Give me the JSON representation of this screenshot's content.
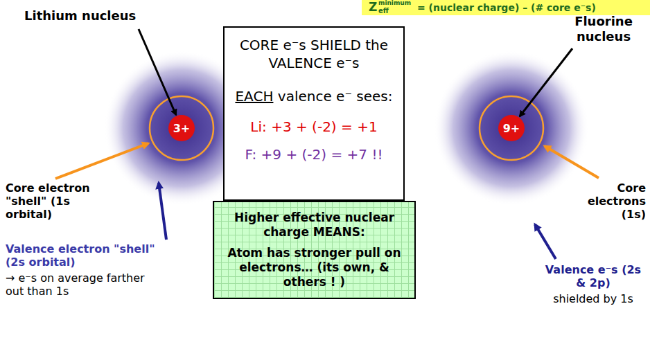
{
  "diagram": {
    "nodes": [
      {
        "text": [
          "CORE e⁻s SHIELD the VALENCE e⁻s",
          "EACH",
          "valence e⁻ sees:",
          "Li: +3 + (-2) = +1",
          "F: +9 + (-2) = +7 !!"
        ]
      },
      {
        "text": [
          "3+"
        ]
      },
      {
        "text": [
          "9+"
        ]
      },
      {
        "text": [
          "Higher effective nuclear charge MEANS:",
          "Atom has stronger pull on electrons… (its own, & others ! )"
        ]
      }
    ],
    "labels": [
      "Lithium nucleus",
      "Core electron \"shell\" (1s orbital)",
      "Valence electron \"shell\" (2s orbital)",
      "→ e⁻s on average farther out than 1s",
      "Fluorine nucleus",
      "Core electrons (1s)",
      "Valence e⁻s (2s & 2p)",
      "shielded by 1s",
      "Z",
      "eff",
      "minimum",
      "= (nuclear charge) – (# core e⁻s)"
    ]
  }
}
